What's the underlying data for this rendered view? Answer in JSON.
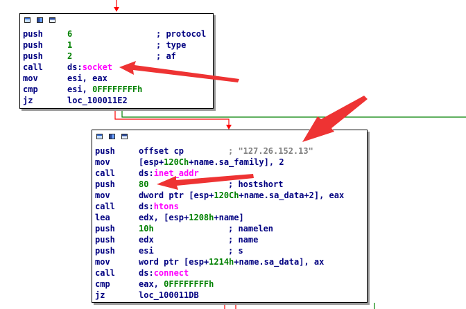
{
  "node1": {
    "rows": [
      {
        "mnem": "push",
        "op": "6",
        "op_kind": "num",
        "comment": "; protocol"
      },
      {
        "mnem": "push",
        "op": "1",
        "op_kind": "num",
        "comment": "; type"
      },
      {
        "mnem": "push",
        "op": "2",
        "op_kind": "num",
        "comment": "; af"
      },
      {
        "mnem": "call",
        "op_prefix": "ds:",
        "op_func": "socket"
      },
      {
        "mnem": "mov",
        "op": "esi, eax"
      },
      {
        "mnem": "cmp",
        "op_prefix": "esi, ",
        "op_num": "0FFFFFFFFh"
      },
      {
        "mnem": "jz",
        "op": "loc_100011E2"
      }
    ]
  },
  "node2": {
    "rows": [
      {
        "mnem": "push",
        "op": "offset cp",
        "comment": "; \"127.26.152.13\""
      },
      {
        "mnem": "mov",
        "op_prefix": "[esp+",
        "op_num": "120Ch",
        "op_mid": "+",
        "op_lbl": "name.sa_family",
        "op_tail": "], 2"
      },
      {
        "mnem": "call",
        "op_prefix": "ds:",
        "op_func": "inet_addr"
      },
      {
        "mnem": "push",
        "op": "80",
        "op_kind": "num",
        "comment": "; hostshort"
      },
      {
        "mnem": "mov",
        "op_prefix": "dword ptr [esp+",
        "op_num": "120Ch",
        "op_mid": "+",
        "op_lbl": "name.sa_data",
        "op_tail": "+2], eax"
      },
      {
        "mnem": "call",
        "op_prefix": "ds:",
        "op_func": "htons"
      },
      {
        "mnem": "lea",
        "op_prefix": "edx, [esp+",
        "op_num": "1208h",
        "op_mid": "+",
        "op_lbl": "name",
        "op_tail": "]"
      },
      {
        "mnem": "push",
        "op": "10h",
        "op_kind": "num",
        "comment": "; namelen"
      },
      {
        "mnem": "push",
        "op": "edx",
        "comment": "; name"
      },
      {
        "mnem": "push",
        "op": "esi",
        "comment": "; s"
      },
      {
        "mnem": "mov",
        "op_prefix": "word ptr [esp+",
        "op_num": "1214h",
        "op_mid": "+",
        "op_lbl": "name.sa_data",
        "op_tail": "], ax"
      },
      {
        "mnem": "call",
        "op_prefix": "ds:",
        "op_func": "connect"
      },
      {
        "mnem": "cmp",
        "op_prefix": "eax, ",
        "op_num": "0FFFFFFFFh"
      },
      {
        "mnem": "jz",
        "op": "loc_100011DB"
      }
    ]
  },
  "colors": {
    "mnemonic": "#000080",
    "number": "#008000",
    "function": "#ff00ff",
    "string_comment": "#808080",
    "edge_false": "#ff0000",
    "edge_true": "#008000",
    "annotation_arrow": "#ee3333"
  }
}
